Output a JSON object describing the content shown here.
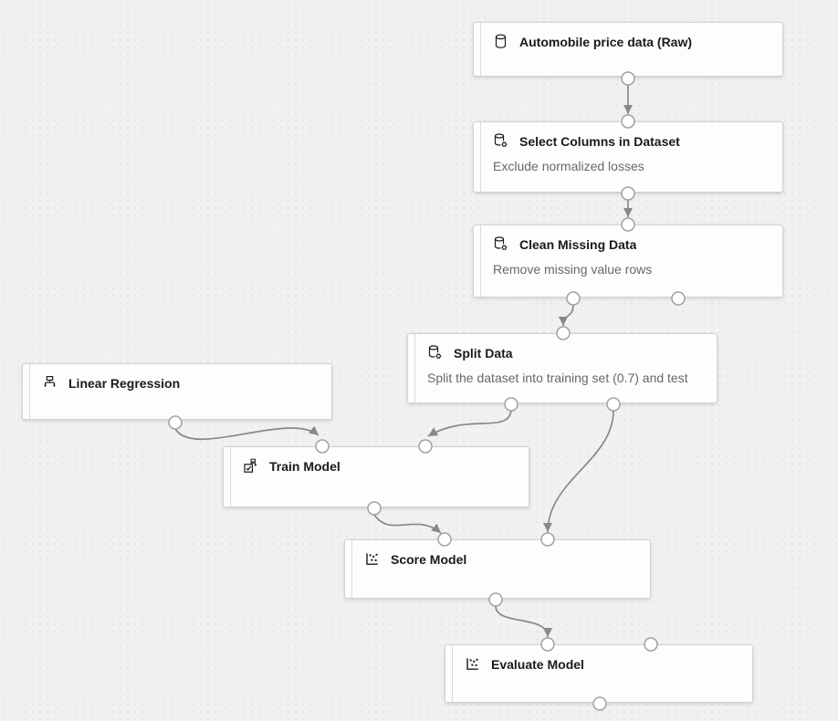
{
  "canvas": {
    "background_color": "#f2f1f0",
    "grid_dot_color": "#e4e3e2",
    "node_fill": "#fcfcfc",
    "node_border_color": "#d4d2d0",
    "connector_color": "#8a8886",
    "port_stroke_color": "#a3a19f",
    "title_color": "#1b1a19",
    "subtitle_color": "#6a6866"
  },
  "nodes": [
    {
      "id": "automobile-price-data",
      "title": "Automobile price data (Raw)",
      "subtitle": "",
      "icon": "database-icon"
    },
    {
      "id": "select-columns",
      "title": "Select Columns in Dataset",
      "subtitle": "Exclude normalized losses",
      "icon": "database-gear-icon"
    },
    {
      "id": "clean-missing-data",
      "title": "Clean Missing Data",
      "subtitle": "Remove missing value rows",
      "icon": "database-gear-icon"
    },
    {
      "id": "split-data",
      "title": "Split Data",
      "subtitle": "Split the dataset into training set (0.7) and test",
      "icon": "database-gear-icon"
    },
    {
      "id": "linear-regression",
      "title": "Linear Regression",
      "subtitle": "",
      "icon": "hierarchy-icon"
    },
    {
      "id": "train-model",
      "title": "Train Model",
      "subtitle": "",
      "icon": "train-model-icon"
    },
    {
      "id": "score-model",
      "title": "Score Model",
      "subtitle": "",
      "icon": "scatter-plot-icon"
    },
    {
      "id": "evaluate-model",
      "title": "Evaluate Model",
      "subtitle": "",
      "icon": "scatter-plot-icon"
    }
  ],
  "connections": [
    {
      "from": "automobile-price-data.output",
      "to": "select-columns.input"
    },
    {
      "from": "select-columns.output",
      "to": "clean-missing-data.input"
    },
    {
      "from": "clean-missing-data.output-left",
      "to": "split-data.input"
    },
    {
      "from": "split-data.output-left",
      "to": "train-model.input-right"
    },
    {
      "from": "split-data.output-right",
      "to": "score-model.input-right"
    },
    {
      "from": "linear-regression.output",
      "to": "train-model.input-left"
    },
    {
      "from": "train-model.output",
      "to": "score-model.input-left"
    },
    {
      "from": "score-model.output",
      "to": "evaluate-model.input-left"
    }
  ]
}
